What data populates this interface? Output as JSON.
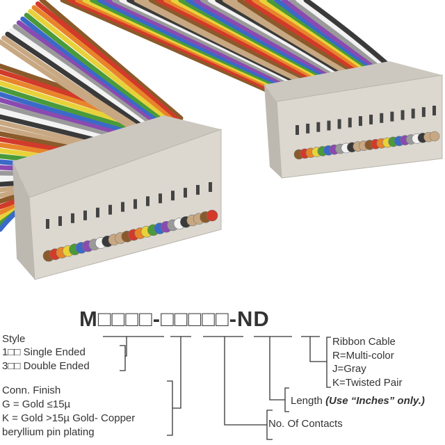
{
  "part_number": {
    "prefix": "M",
    "boxes1": "□□□□",
    "dash": "-",
    "boxes2": "□□□□□",
    "suffix": "-ND"
  },
  "style": {
    "heading": "Style",
    "opt1": "1□□ Single Ended",
    "opt2": "3□□ Double Ended"
  },
  "finish": {
    "heading": "Conn. Finish",
    "g": "G = Gold ≤15µ",
    "k": "K = Gold >15µ Gold- Copper",
    "k2": "beryllium pin plating"
  },
  "contacts": {
    "label": "No. Of Contacts"
  },
  "length": {
    "label": "Length",
    "note": "(Use “Inches” only.)"
  },
  "cable": {
    "heading": "Ribbon Cable",
    "r": "R=Multi-color",
    "j": "J=Gray",
    "k": "K=Twisted Pair"
  },
  "colors": {
    "wires": [
      "#8b5a2b",
      "#d23a2a",
      "#e8842a",
      "#e8d23a",
      "#4a9a3a",
      "#3a6ac8",
      "#8a4ab0",
      "#9a9a9a",
      "#f2f2f2",
      "#3a3a3a",
      "#c8a882",
      "#c8a882"
    ],
    "connector": "#d8d4cc",
    "line": "#333333"
  }
}
